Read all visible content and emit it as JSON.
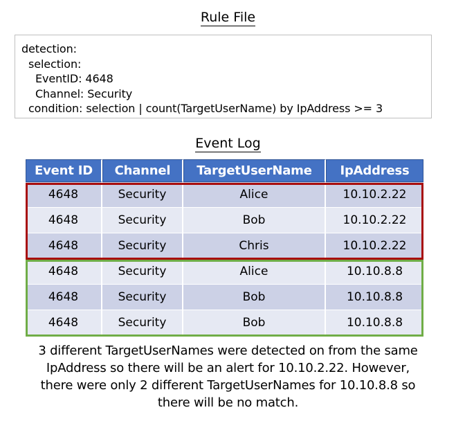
{
  "rule_section": {
    "title": "Rule File",
    "code": "detection:\n  selection:\n    EventID: 4648\n    Channel: Security\n  condition: selection | count(TargetUserName) by IpAddress >= 3"
  },
  "log_section": {
    "title": "Event Log",
    "columns": [
      "Event ID",
      "Channel",
      "TargetUserName",
      "IpAddress"
    ],
    "rows": [
      {
        "event_id": "4648",
        "channel": "Security",
        "target_user_name": "Alice",
        "ip_address": "10.10.2.22"
      },
      {
        "event_id": "4648",
        "channel": "Security",
        "target_user_name": "Bob",
        "ip_address": "10.10.2.22"
      },
      {
        "event_id": "4648",
        "channel": "Security",
        "target_user_name": "Chris",
        "ip_address": "10.10.2.22"
      },
      {
        "event_id": "4648",
        "channel": "Security",
        "target_user_name": "Alice",
        "ip_address": "10.10.8.8"
      },
      {
        "event_id": "4648",
        "channel": "Security",
        "target_user_name": "Bob",
        "ip_address": "10.10.8.8"
      },
      {
        "event_id": "4648",
        "channel": "Security",
        "target_user_name": "Bob",
        "ip_address": "10.10.8.8"
      }
    ],
    "highlights": [
      {
        "name": "match-group",
        "rows": [
          0,
          1,
          2
        ],
        "color": "#a80d0d"
      },
      {
        "name": "no-match-group",
        "rows": [
          3,
          4,
          5
        ],
        "color": "#70ad47"
      }
    ]
  },
  "caption": "3 different TargetUserNames were detected on from the same IpAddress so there will be an alert for 10.10.2.22. However, there were only 2 different TargetUserNames for 10.10.8.8 so there will be no match.",
  "colors": {
    "header_blue": "#4472c4",
    "header_border": "#2f5496",
    "row_dark": "#ccd1e6",
    "row_light": "#e6e9f3",
    "alert_red": "#a80d0d",
    "no_match_green": "#70ad47",
    "rule_box_border": "#bfbfbf"
  }
}
